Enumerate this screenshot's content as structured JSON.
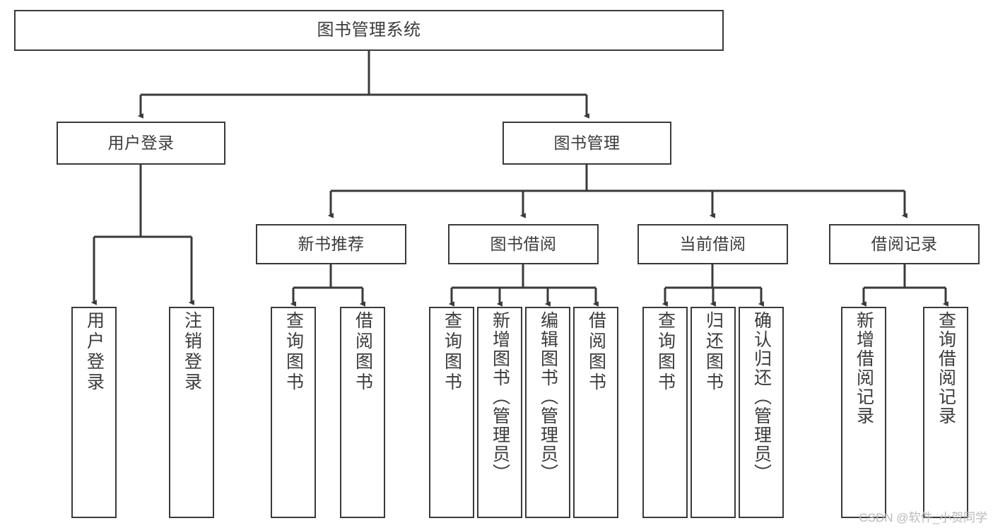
{
  "diagram": {
    "title": "图书管理系统",
    "watermark": "CSDN @软件_小贺同学",
    "line_color": "#3a3a3a",
    "box_fill": "#ffffff",
    "text_color": "#3b3b3b",
    "watermark_color": "#b9b9b9",
    "levels": {
      "root": {
        "label": "图书管理系统"
      },
      "level2": [
        {
          "label": "用户登录"
        },
        {
          "label": "图书管理"
        }
      ],
      "level3": [
        {
          "label": "新书推荐"
        },
        {
          "label": "图书借阅"
        },
        {
          "label": "当前借阅"
        },
        {
          "label": "借阅记录"
        }
      ],
      "leaves": {
        "user_login": [
          {
            "label": "用户登录"
          },
          {
            "label": "注销登录"
          }
        ],
        "new_book_recommend": [
          {
            "label": "查询图书"
          },
          {
            "label": "借阅图书"
          }
        ],
        "book_borrow": [
          {
            "label": "查询图书"
          },
          {
            "label": "新增图书（管理员）"
          },
          {
            "label": "编辑图书（管理员）"
          },
          {
            "label": "借阅图书"
          }
        ],
        "current_borrow": [
          {
            "label": "查询图书"
          },
          {
            "label": "归还图书"
          },
          {
            "label": "确认归还（管理员）"
          }
        ],
        "borrow_record": [
          {
            "label": "新增借阅记录"
          },
          {
            "label": "查询借阅记录"
          }
        ]
      }
    }
  }
}
